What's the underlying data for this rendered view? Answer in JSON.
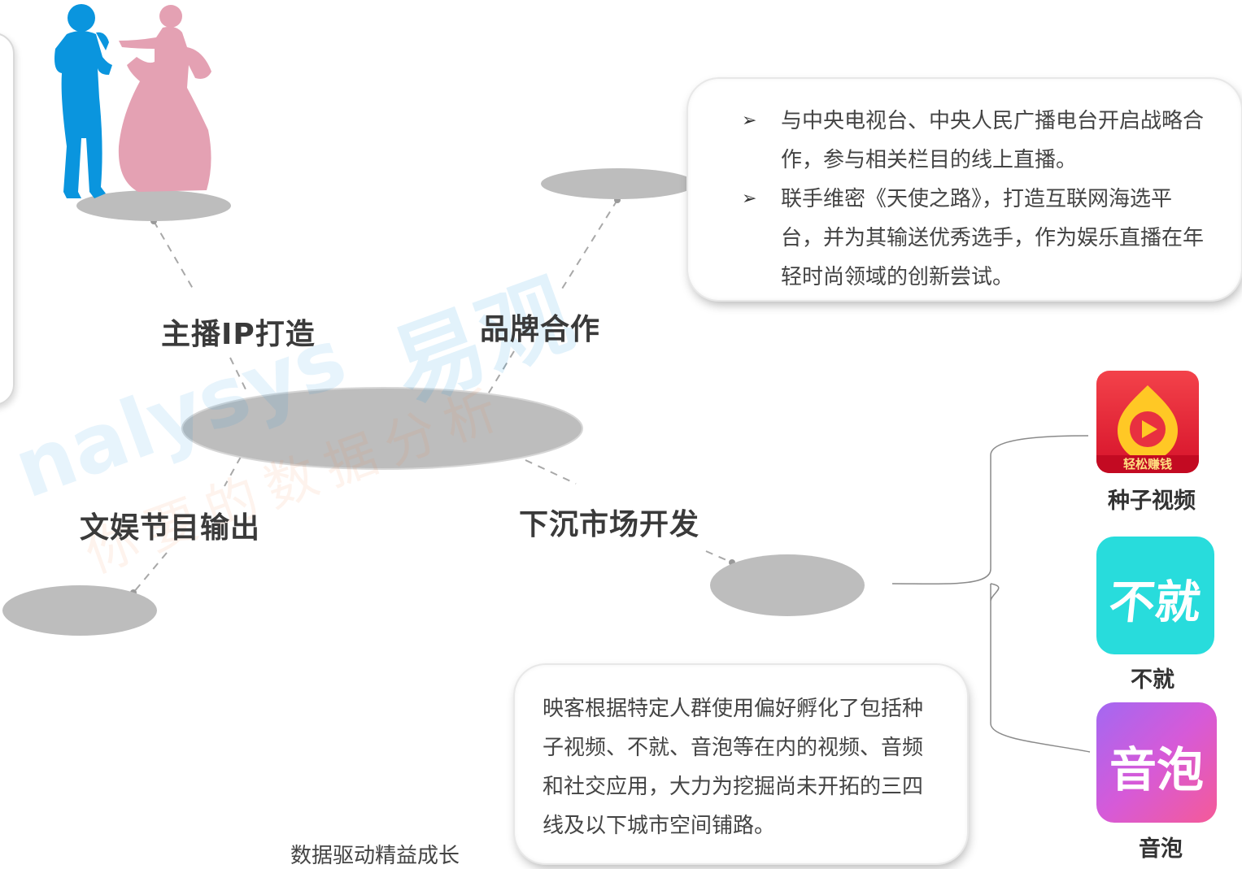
{
  "nodes": {
    "ip": "主播IP打造",
    "brand": "品牌合作",
    "entertainment": "文娱节目输出",
    "lower_market": "下沉市场开发"
  },
  "brand_box": {
    "items": [
      "与中央电视台、中央人民广播电台开启战略合作，参与相关栏目的线上直播。",
      "联手维密《天使之路》，打造互联网海选平台，并为其输送优秀选手，作为娱乐直播在年轻时尚领域的创新尝试。"
    ]
  },
  "market_box": {
    "text": "映客根据特定人群使用偏好孵化了包括种子视频、不就、音泡等在内的视频、音频和社交应用，大力为挖掘尚未开拓的三四线及以下城市空间铺路。"
  },
  "apps": [
    {
      "name": "种子视频",
      "icon_text": "轻松赚钱",
      "icon": "play-icon",
      "color_top": "#f3424a",
      "color_bottom": "#d6122a"
    },
    {
      "name": "不就",
      "icon_text": "不就",
      "icon": "bujiu-logo-icon",
      "color_top": "#2ee0de",
      "color_bottom": "#1fd2d6"
    },
    {
      "name": "音泡",
      "icon_text": "音泡",
      "icon": "yinpao-logo-icon",
      "color_top": "#c85ef0",
      "color_bottom": "#f25a9c"
    }
  ],
  "footer": "数据驱动精益成长",
  "watermark": {
    "brand": "易观",
    "latin": "nalysys",
    "tagline": "你要的数据分析"
  },
  "colors": {
    "node_gray": "#bdbdbd",
    "man": "#0a95de",
    "woman": "#e4a1b3"
  }
}
